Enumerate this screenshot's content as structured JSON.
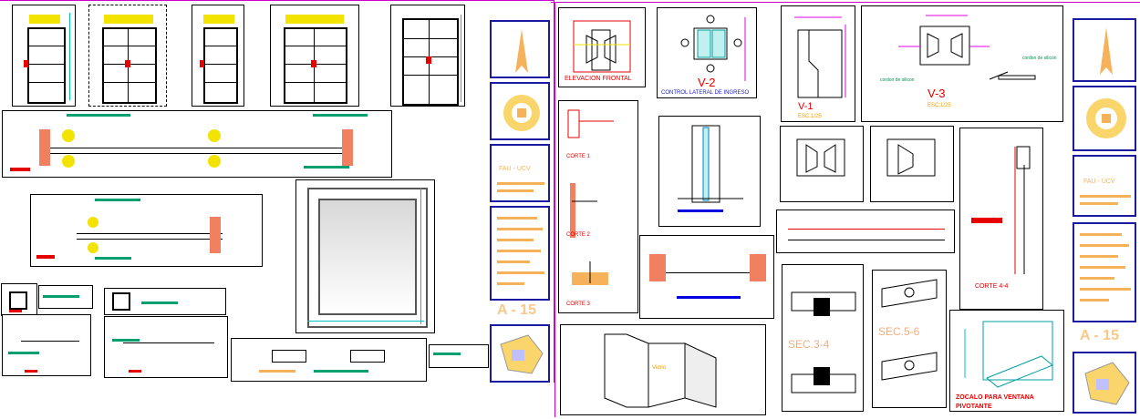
{
  "sheet1": {
    "title_block": {
      "firm": "FAU - UCV",
      "sheet_number": "A - 15"
    }
  },
  "sheet2": {
    "labels": {
      "elevacion_frontal": "ELEVACION FRONTAL",
      "v2_title": "V-2",
      "v2_subtitle": "CONTROL LATERAL DE INGRESO",
      "v1_title": "V-1",
      "v1_scale": "ESC:1/25",
      "v3_title": "V-3",
      "v3_scale": "ESC:1/25",
      "corte1": "CORTE 1",
      "corte2": "CORTE 2",
      "corte3": "CORTE 3",
      "cordon_silicon": "cordon de silicon",
      "cordon_silicon_2": "cordon de silicon",
      "sec34": "SEC.3-4",
      "sec56": "SEC.5-6",
      "corte44": "CORTE 4-4",
      "zocalo_line1": "ZOCALO PARA VENTANA",
      "zocalo_line2": "PIVOTANTE",
      "vidrio": "Vidrio"
    },
    "title_block": {
      "firm": "FAU - UCV",
      "sheet_number": "A - 15"
    }
  }
}
